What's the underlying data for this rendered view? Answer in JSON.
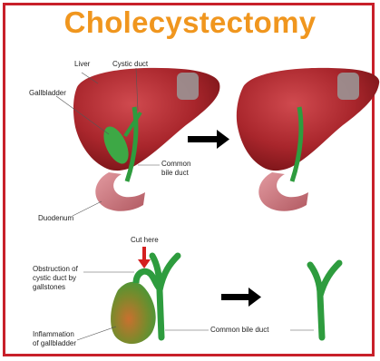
{
  "title": "Cholecystectomy",
  "labels": {
    "liver": "Liver",
    "cystic_duct": "Cystic duct",
    "gallbladder": "Gallbladder",
    "common_bile_duct_top_1": "Common",
    "common_bile_duct_top_2": "bile duct",
    "duodenum": "Duodenum",
    "cut_here": "Cut here",
    "obstruction_1": "Obstruction of",
    "obstruction_2": "cystic duct by",
    "obstruction_3": "gallstones",
    "common_bile_duct_bottom": "Common bile duct",
    "inflammation_1": "Inflammation",
    "inflammation_2": "of gallbladder"
  },
  "colors": {
    "frame": "#c8202a",
    "title": "#f0961e",
    "liver": "#a9262c",
    "duct": "#2e9c3e",
    "duodenum": "#c8727a",
    "arrow": "#000000",
    "cut_arrow": "#d42020"
  }
}
